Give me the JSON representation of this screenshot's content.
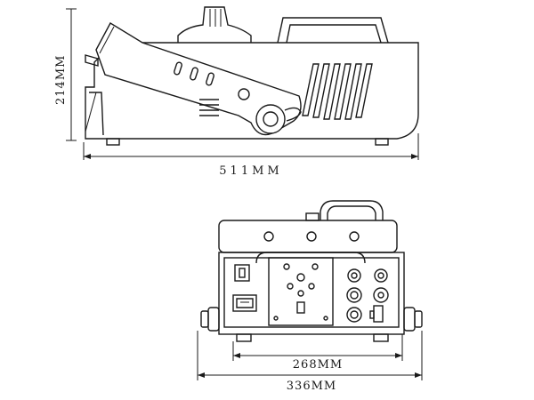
{
  "side_view": {
    "height_label": "214MM",
    "width_label": "511MM"
  },
  "front_view": {
    "inner_width_label": "268MM",
    "outer_width_label": "336MM"
  }
}
